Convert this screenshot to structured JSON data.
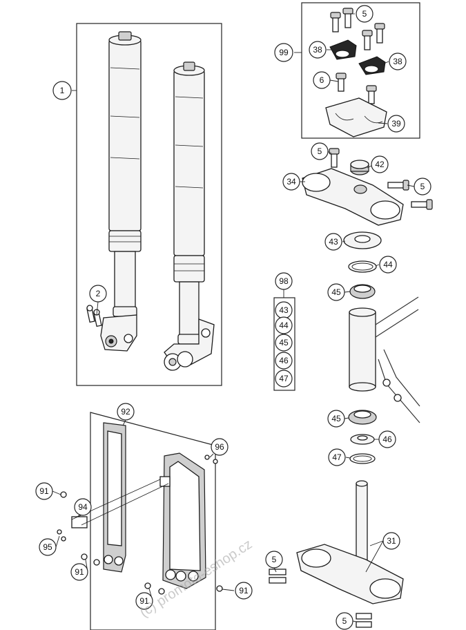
{
  "diagram": {
    "callouts": {
      "c1": "1",
      "c2": "2",
      "c5a": "5",
      "c99": "99",
      "c38a": "38",
      "c38b": "38",
      "c6": "6",
      "c39": "39",
      "c5b": "5",
      "c42": "42",
      "c34": "34",
      "c5c": "5",
      "c43": "43",
      "c44": "44",
      "c45a": "45",
      "c98": "98",
      "k43": "43",
      "k44": "44",
      "k45": "45",
      "k46": "46",
      "k47": "47",
      "c45b": "45",
      "c46": "46",
      "c47": "47",
      "c92": "92",
      "c96": "96",
      "c91a": "91",
      "c94": "94",
      "c95": "95",
      "c91b": "91",
      "c91c": "91",
      "c91d": "91",
      "c31": "31",
      "c5d": "5",
      "c5e": "5"
    },
    "watermark": "(c) promoto-eshop.cz"
  }
}
